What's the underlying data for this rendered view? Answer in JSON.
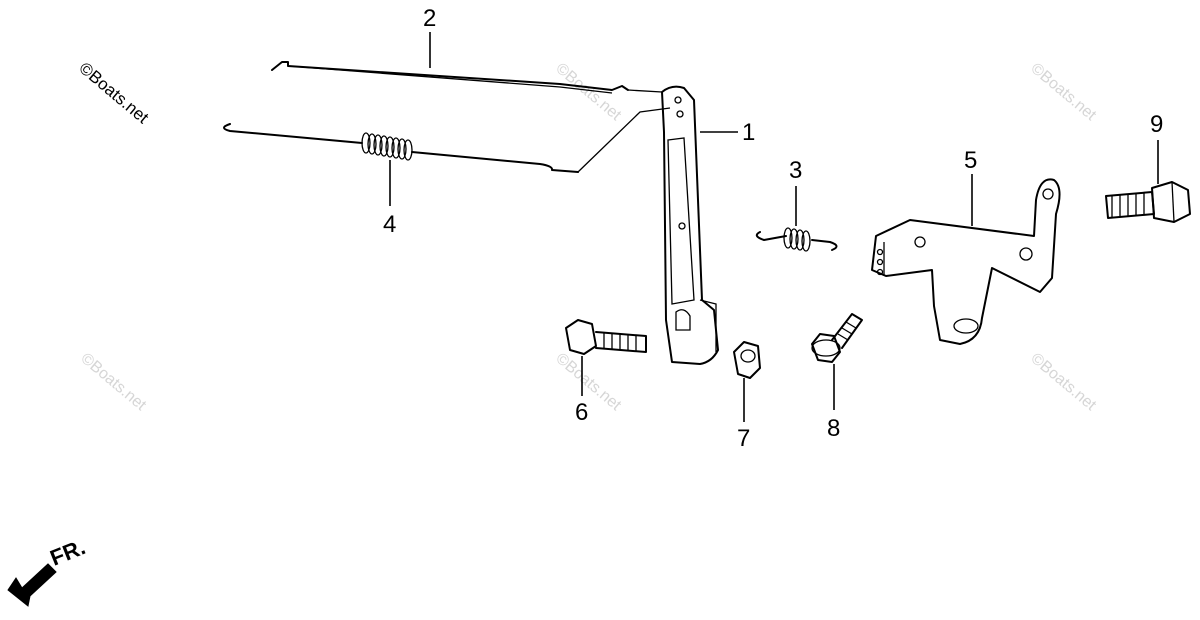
{
  "watermarks": {
    "main": "©Boats.net",
    "faint": "©Boats.net"
  },
  "direction_label": "FR.",
  "callouts": {
    "p1": "1",
    "p2": "2",
    "p3": "3",
    "p4": "4",
    "p5": "5",
    "p6": "6",
    "p7": "7",
    "p8": "8",
    "p9": "9"
  }
}
